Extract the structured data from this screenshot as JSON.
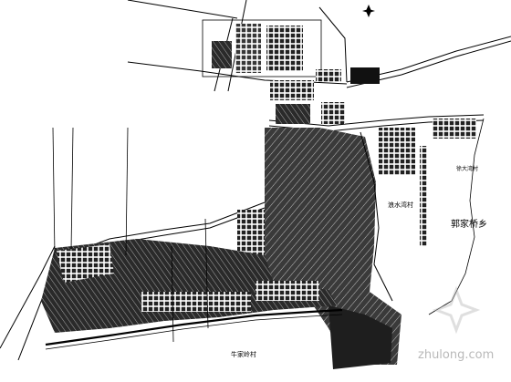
{
  "labels": {
    "village_east": "浪水湾村",
    "township": "郭家桥乡",
    "village_south": "牛家岭村",
    "village_ne": "徐大湾村"
  },
  "watermark": {
    "text": "zhulong.com",
    "icon": "zhulong-logo-icon"
  },
  "icons": {
    "north_arrow": "north-arrow-icon"
  },
  "colors": {
    "background": "#ffffff",
    "ink": "#000000",
    "dense_block": "#2b2b2b",
    "watermark": "#b9b9b9"
  }
}
